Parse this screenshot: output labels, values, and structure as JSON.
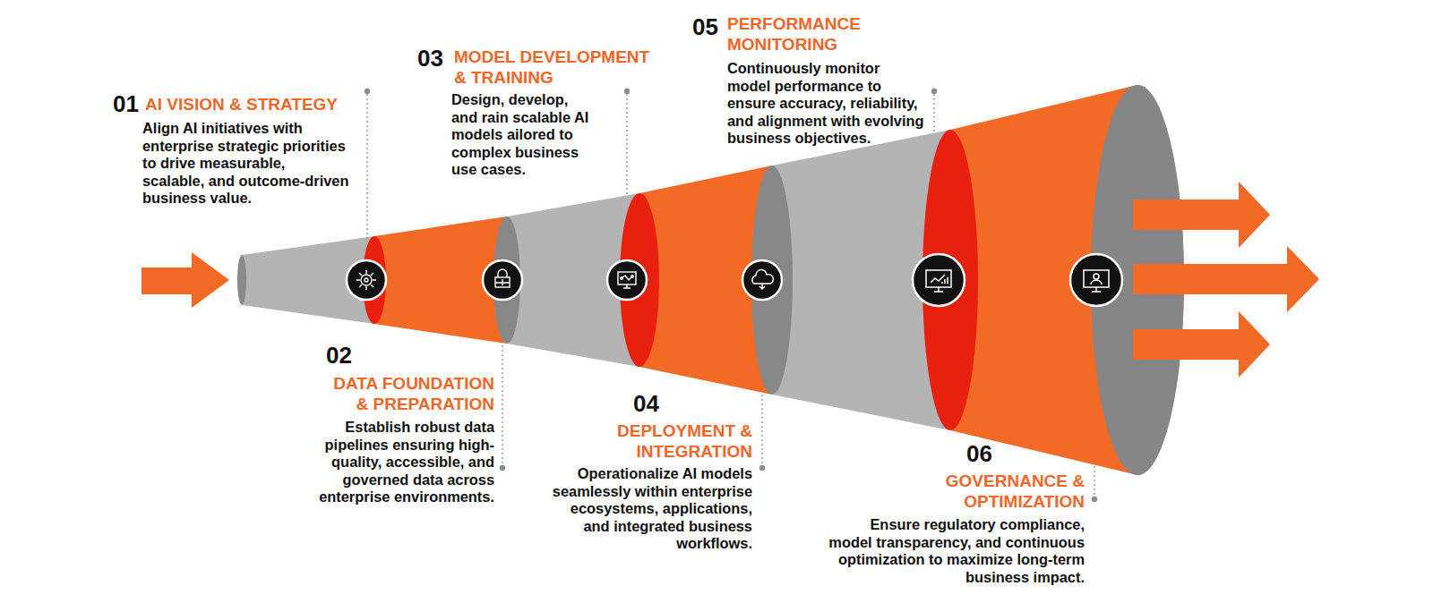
{
  "diagram": {
    "nodes": [
      {
        "text": [
          "01",
          "AI VISION & STRATEGY",
          "Align AI initiatives with enterprise strategic priorities to drive measurable, scalable, and outcome-driven business value."
        ]
      },
      {
        "text": [
          "02",
          "DATA FOUNDATION & PREPARATION",
          "Establish robust data pipelines ensuring high-quality, accessible, and governed data across enterprise environments."
        ]
      },
      {
        "text": [
          "03",
          "MODEL DEVELOPMENT & TRAINING",
          "Design, develop, and rain scalable AI models ailored to complex business use cases."
        ]
      },
      {
        "text": [
          "04",
          "DEPLOYMENT & INTEGRATION",
          "Operationalize AI models seamlessly within enterprise ecosystems, applications, and integrated business workflows."
        ]
      },
      {
        "text": [
          "05",
          "PERFORMANCE MONITORING",
          "Continuously monitor model performance to ensure accuracy, reliability, and alignment with evolving business objectives."
        ]
      },
      {
        "text": [
          "06",
          "GOVERNANCE & OPTIMIZATION",
          "Ensure regulatory compliance, model transparency, and continuous optimization to maximize long-term business impact."
        ]
      }
    ]
  }
}
